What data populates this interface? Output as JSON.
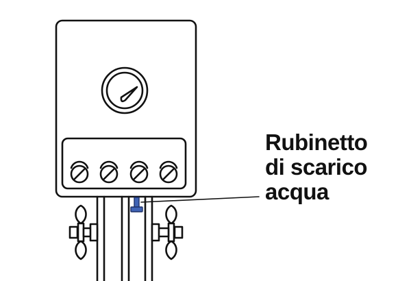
{
  "callout": {
    "lines": [
      "Rubinetto",
      "di scarico",
      "acqua"
    ]
  },
  "colors": {
    "outline": "#111111",
    "background": "#ffffff",
    "highlight": "#3f63b5",
    "highlight_border": "#1c2f66"
  },
  "icons": {
    "gauge": "pressure-gauge-icon",
    "knob": "rotary-knob-icon",
    "valve": "valve-handle-icon",
    "drain": "drain-tap-icon"
  },
  "knob_count": 4
}
